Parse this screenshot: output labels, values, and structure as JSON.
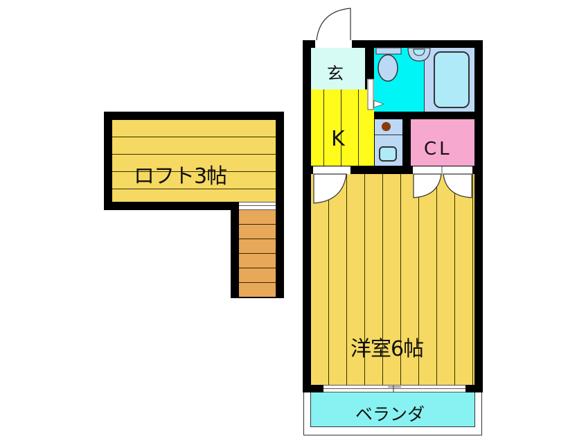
{
  "floor_plan": {
    "rooms": {
      "loft": {
        "label": "ロフト3帖",
        "color": "#f5d962"
      },
      "stairs": {
        "color": "#e8a85a"
      },
      "entrance": {
        "label": "玄",
        "color": "#d6fbf4"
      },
      "kitchen": {
        "label": "K",
        "color": "#fffb1a"
      },
      "toilet": {
        "color": "#00f6f6"
      },
      "bath": {
        "color": "#bcd8f5"
      },
      "washroom": {
        "color": "#bcd8f5"
      },
      "closet": {
        "label": "CL",
        "color": "#f7a8cf"
      },
      "western_room": {
        "label": "洋室6帖",
        "color": "#f5d962"
      },
      "veranda": {
        "label": "ベランダ",
        "color": "#88f2f2"
      }
    },
    "wall_color": "#000000",
    "background": "#ffffff"
  }
}
